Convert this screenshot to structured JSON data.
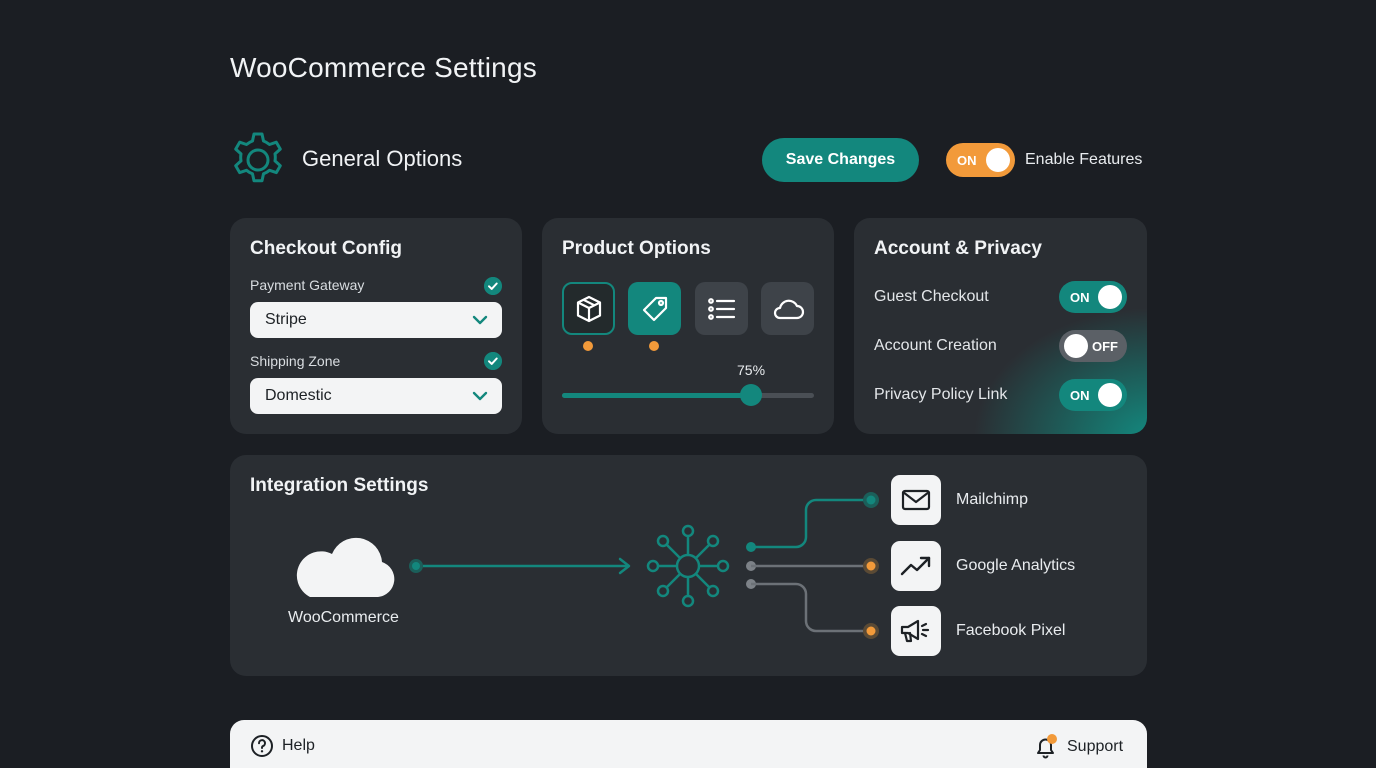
{
  "page": {
    "title": "WooCommerce Settings"
  },
  "header": {
    "section_title": "General Options",
    "save_label": "Save Changes",
    "enable_toggle": {
      "state": "ON",
      "label": "Enable Features"
    }
  },
  "checkout": {
    "title": "Checkout Config",
    "fields": [
      {
        "label": "Payment Gateway",
        "value": "Stripe"
      },
      {
        "label": "Shipping Zone",
        "value": "Domestic"
      }
    ]
  },
  "product": {
    "title": "Product Options",
    "icons": [
      "box-icon",
      "tag-icon",
      "list-icon",
      "cloud-icon"
    ],
    "slider": {
      "value": 0.75,
      "label": "75%"
    }
  },
  "account": {
    "title": "Account & Privacy",
    "items": [
      {
        "label": "Guest Checkout",
        "state": "ON"
      },
      {
        "label": "Account Creation",
        "state": "OFF"
      },
      {
        "label": "Privacy Policy Link",
        "state": "ON"
      }
    ]
  },
  "integration": {
    "title": "Integration Settings",
    "source": "WooCommerce",
    "targets": [
      {
        "label": "Mailchimp",
        "icon": "mail-icon"
      },
      {
        "label": "Google Analytics",
        "icon": "trend-icon"
      },
      {
        "label": "Facebook Pixel",
        "icon": "megaphone-icon"
      }
    ]
  },
  "footer": {
    "help": "Help",
    "support": "Support"
  },
  "colors": {
    "accent": "#13877d",
    "orange": "#f29a3a",
    "background": "#1b1e23",
    "card": "#2a2e33"
  }
}
